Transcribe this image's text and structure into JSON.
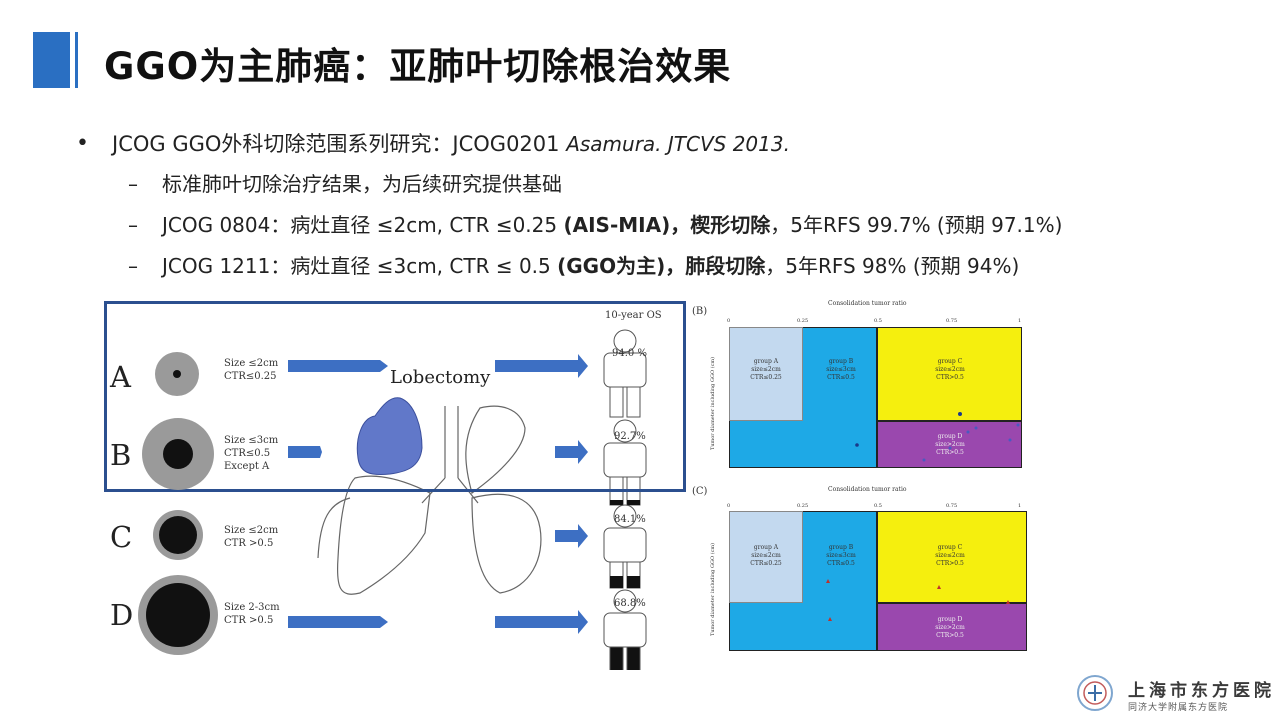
{
  "slide": {
    "title": "GGO为主肺癌：亚肺叶切除根治效果",
    "bullet1": {
      "text": "JCOG GGO外科切除范围系列研究：JCOG0201 ",
      "cite": "Asamura. JTCVS 2013."
    },
    "sub1": "标准肺叶切除治疗结果，为后续研究提供基础",
    "sub2": {
      "pre": "JCOG 0804：病灶直径 ≤2cm, CTR ≤0.25 ",
      "b1": "(AIS-MIA)，楔形切除",
      "post": "，5年RFS 99.7% (预期 97.1%)"
    },
    "sub3": {
      "pre": "JCOG 1211：病灶直径 ≤3cm, CTR ≤ 0.5 ",
      "b1": "(GGO为主)，肺段切除",
      "post": "，5年RFS 98% (预期 94%)"
    }
  },
  "figure_left": {
    "lobectomy": "Lobectomy",
    "os_header": "10-year OS",
    "rows": [
      {
        "letter": "A",
        "criteria": [
          "Size ≤2cm",
          "CTR≤0.25"
        ],
        "os": "94.0 %"
      },
      {
        "letter": "B",
        "criteria": [
          "Size ≤3cm",
          "CTR≤0.5",
          "Except A"
        ],
        "os": "92.7%"
      },
      {
        "letter": "C",
        "criteria": [
          "Size ≤2cm",
          "CTR >0.5"
        ],
        "os": "84.1%"
      },
      {
        "letter": "D",
        "criteria": [
          "Size 2-3cm",
          "CTR >0.5"
        ],
        "os": "68.8%"
      }
    ]
  },
  "charts": {
    "B": {
      "label": "(B)",
      "title": "Consolidation tumor ratio",
      "ylabel": "Tumor diameter including GGO (cm)",
      "x_ticks": [
        "0",
        "0.25",
        "0.5",
        "0.75",
        "1"
      ],
      "groups": [
        {
          "name": "group A\nsize≤2cm\nCTR≤0.25",
          "color": "#c3d9ef"
        },
        {
          "name": "group B\nsize≤3cm\nCTR≤0.5",
          "color": "#1ea9e6"
        },
        {
          "name": "group C\nsize≤2cm\nCTR>0.5",
          "color": "#f5ef0e"
        },
        {
          "name": "group D\nsize>2cm\nCTR>0.5",
          "color": "#9a48ae"
        }
      ]
    },
    "C": {
      "label": "(C)",
      "title": "Consolidation tumor ratio",
      "ylabel": "Tumor diameter including GGO (cm)",
      "x_ticks": [
        "0",
        "0.25",
        "0.5",
        "0.75",
        "1"
      ],
      "groups": [
        {
          "name": "group A\nsize≤2cm\nCTR≤0.25",
          "color": "#c3d9ef"
        },
        {
          "name": "group B\nsize≤3cm\nCTR≤0.5",
          "color": "#1ea9e6"
        },
        {
          "name": "group C\nsize≤2cm\nCTR>0.5",
          "color": "#f5ef0e"
        },
        {
          "name": "group D\nsize>2cm\nCTR>0.5",
          "color": "#9a48ae"
        }
      ]
    }
  },
  "logo": {
    "name": "上海市东方医院",
    "sub": "同济大学附属东方医院"
  },
  "colors": {
    "accent": "#2a6fc2",
    "frame": "#2b4f8f",
    "arrow": "#3d6fc3"
  }
}
